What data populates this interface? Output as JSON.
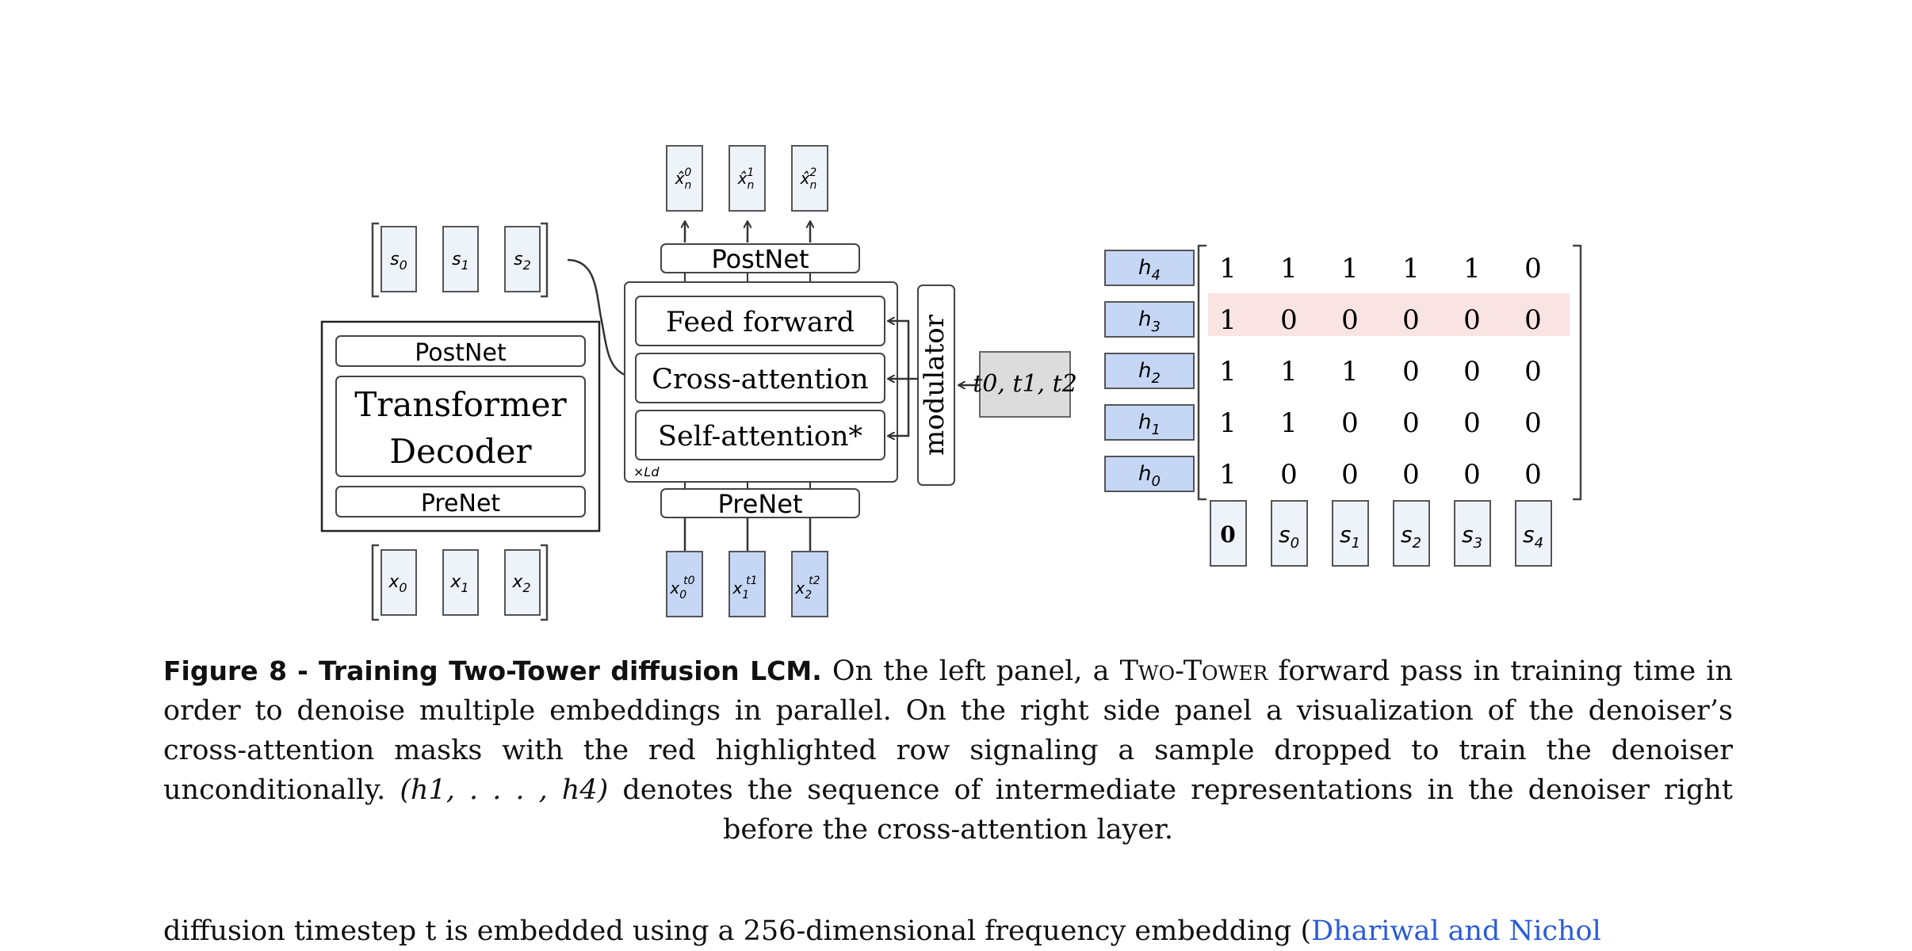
{
  "figure": {
    "left": {
      "s_tokens": [
        "s0",
        "s1",
        "s2"
      ],
      "x_tokens": [
        "x0",
        "x1",
        "x2"
      ],
      "postnet": "PostNet",
      "transformer_line1": "Transformer",
      "transformer_line2": "Decoder",
      "prenet": "PreNet"
    },
    "middle": {
      "outputs": [
        "x̂n0",
        "x̂n1",
        "x̂n2"
      ],
      "inputs": [
        "x0t0",
        "x1t1",
        "x2t2"
      ],
      "postnet": "PostNet",
      "prenet": "PreNet",
      "feed_forward": "Feed forward",
      "cross_attention": "Cross-attention",
      "self_attention": "Self-attention*",
      "repeat": "×Ld",
      "modulator": "modulator",
      "timesteps": "t0, t1, t2"
    },
    "right": {
      "rows": [
        {
          "label": "h4",
          "values": [
            "1",
            "1",
            "1",
            "1",
            "1",
            "0"
          ],
          "highlight": false
        },
        {
          "label": "h3",
          "values": [
            "1",
            "0",
            "0",
            "0",
            "0",
            "0"
          ],
          "highlight": true
        },
        {
          "label": "h2",
          "values": [
            "1",
            "1",
            "1",
            "0",
            "0",
            "0"
          ],
          "highlight": false
        },
        {
          "label": "h1",
          "values": [
            "1",
            "1",
            "0",
            "0",
            "0",
            "0"
          ],
          "highlight": false
        },
        {
          "label": "h0",
          "values": [
            "1",
            "0",
            "0",
            "0",
            "0",
            "0"
          ],
          "highlight": false
        }
      ],
      "columns": [
        "0",
        "s0",
        "s1",
        "s2",
        "s3",
        "s4"
      ]
    },
    "colors": {
      "blue_fill": "#c6d6f5",
      "light_fill": "#eef2f9",
      "highlight": "#f9e3e3",
      "gray_fill": "#dcdcdc"
    }
  },
  "caption": {
    "label": "Figure 8",
    "separator": "-",
    "title": "Training Two-Tower diffusion LCM.",
    "text1": "On the left panel, a",
    "two_tower": "Two-Tower",
    "text2": "forward pass in training time in order to denoise multiple embeddings in parallel. On the right side panel a visualization of the denoiser’s cross-attention masks with the red highlighted row signaling a sample dropped to train the denoiser unconditionally.",
    "math": "(h1, . . . , h4)",
    "text3": "denotes the sequence of intermediate representations in the denoiser right before the cross-attention layer."
  },
  "cutoff_line": {
    "text": "diffusion timestep t is embedded using a 256-dimensional frequency embedding (",
    "citation": "Dhariwal and Nichol"
  }
}
